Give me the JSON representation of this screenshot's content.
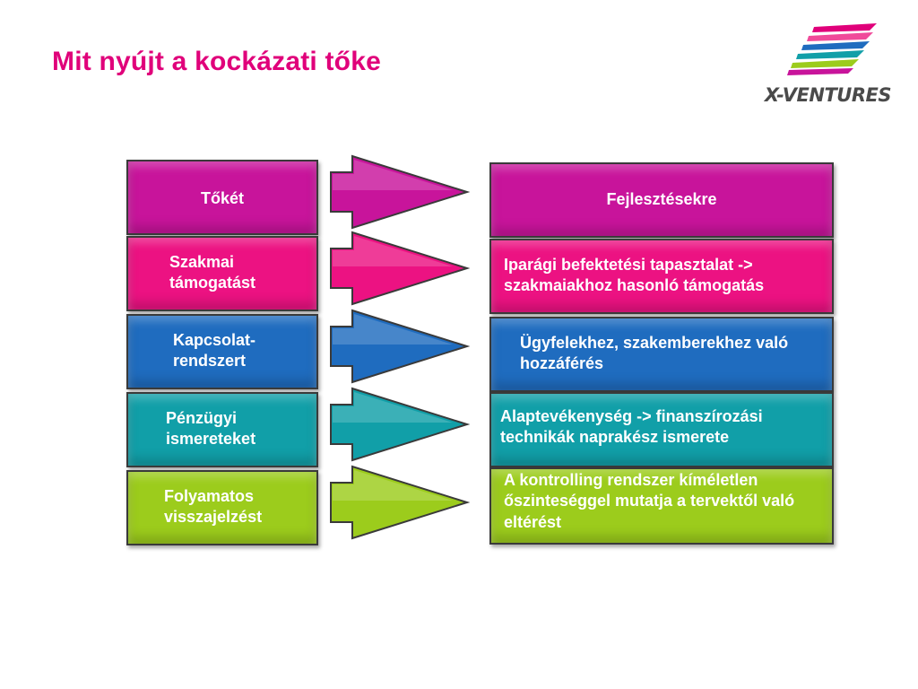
{
  "title": "Mit nyújt a kockázati tőke",
  "logo": {
    "text": "X-VENTURES"
  },
  "colors": {
    "title": "#e0007a",
    "magenta": "#c8149b",
    "pink": "#ec1282",
    "blue": "#1f6cbf",
    "teal": "#119fa8",
    "green": "#9ccc1c"
  },
  "rows": [
    {
      "left": "Tőkét",
      "right": "Fejlesztésekre",
      "color": "#c8149b"
    },
    {
      "left": "Szakmai támogatást",
      "right": "Iparági befektetési tapasztalat -> szakmaiakhoz hasonló támogatás",
      "color": "#ec1282"
    },
    {
      "left": "Kapcsolat-rendszert",
      "right": "Ügyfelekhez, szakemberekhez való hozzáférés",
      "color": "#1f6cbf"
    },
    {
      "left": "Pénzügyi ismereteket",
      "right": "Alaptevékenység ->  finanszírozási technikák naprakész ismerete",
      "color": "#119fa8"
    },
    {
      "left": "Folyamatos visszajelzést",
      "right": "A kontrolling rendszer kíméletlen őszinteséggel mutatja a tervektől való eltérést",
      "color": "#9ccc1c"
    }
  ]
}
